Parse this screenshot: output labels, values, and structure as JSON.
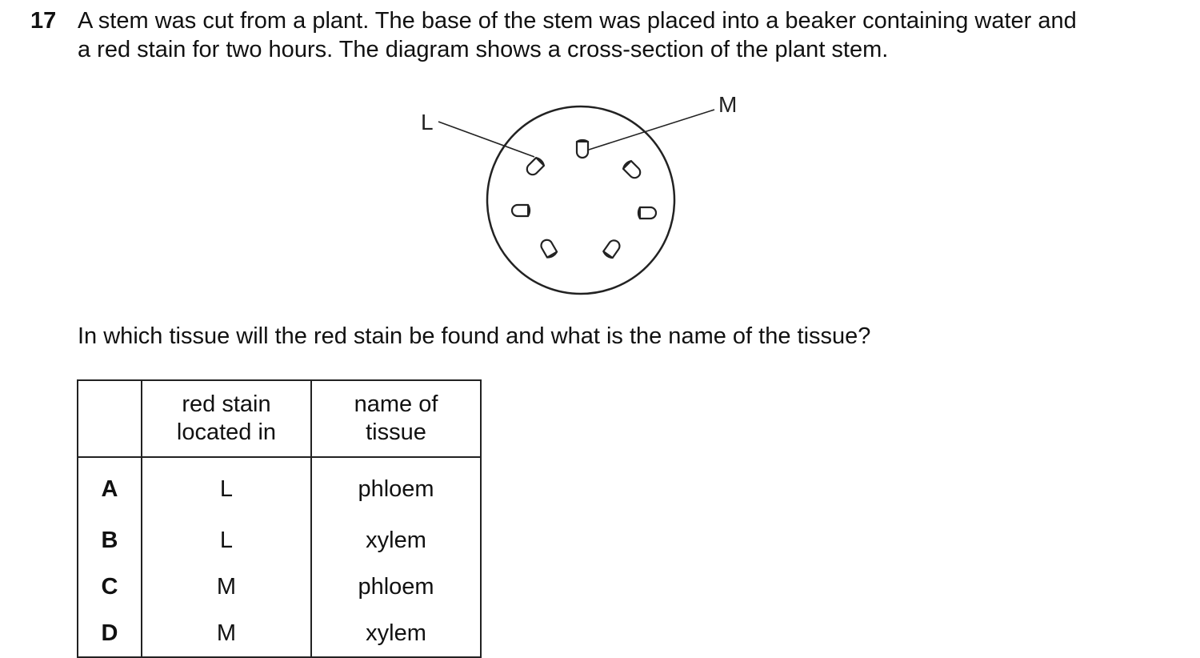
{
  "question": {
    "number": "17",
    "stem_line1": "A stem was cut from a plant. The base of the stem was placed into a beaker containing water and",
    "stem_line2": "a red stain for two hours. The diagram shows a cross-section of the plant stem.",
    "prompt": "In which tissue will the red stain be found and what is the name of the tissue?"
  },
  "diagram": {
    "label_L": "L",
    "label_M": "M"
  },
  "table": {
    "headers": {
      "key": "",
      "location": "red stain located in",
      "tissue": "name of tissue",
      "location_line1": "red stain",
      "location_line2": "located in",
      "tissue_line1": "name of",
      "tissue_line2": "tissue"
    },
    "rows": [
      {
        "key": "A",
        "location": "L",
        "tissue": "phloem"
      },
      {
        "key": "B",
        "location": "L",
        "tissue": "xylem"
      },
      {
        "key": "C",
        "location": "M",
        "tissue": "phloem"
      },
      {
        "key": "D",
        "location": "M",
        "tissue": "xylem"
      }
    ]
  }
}
